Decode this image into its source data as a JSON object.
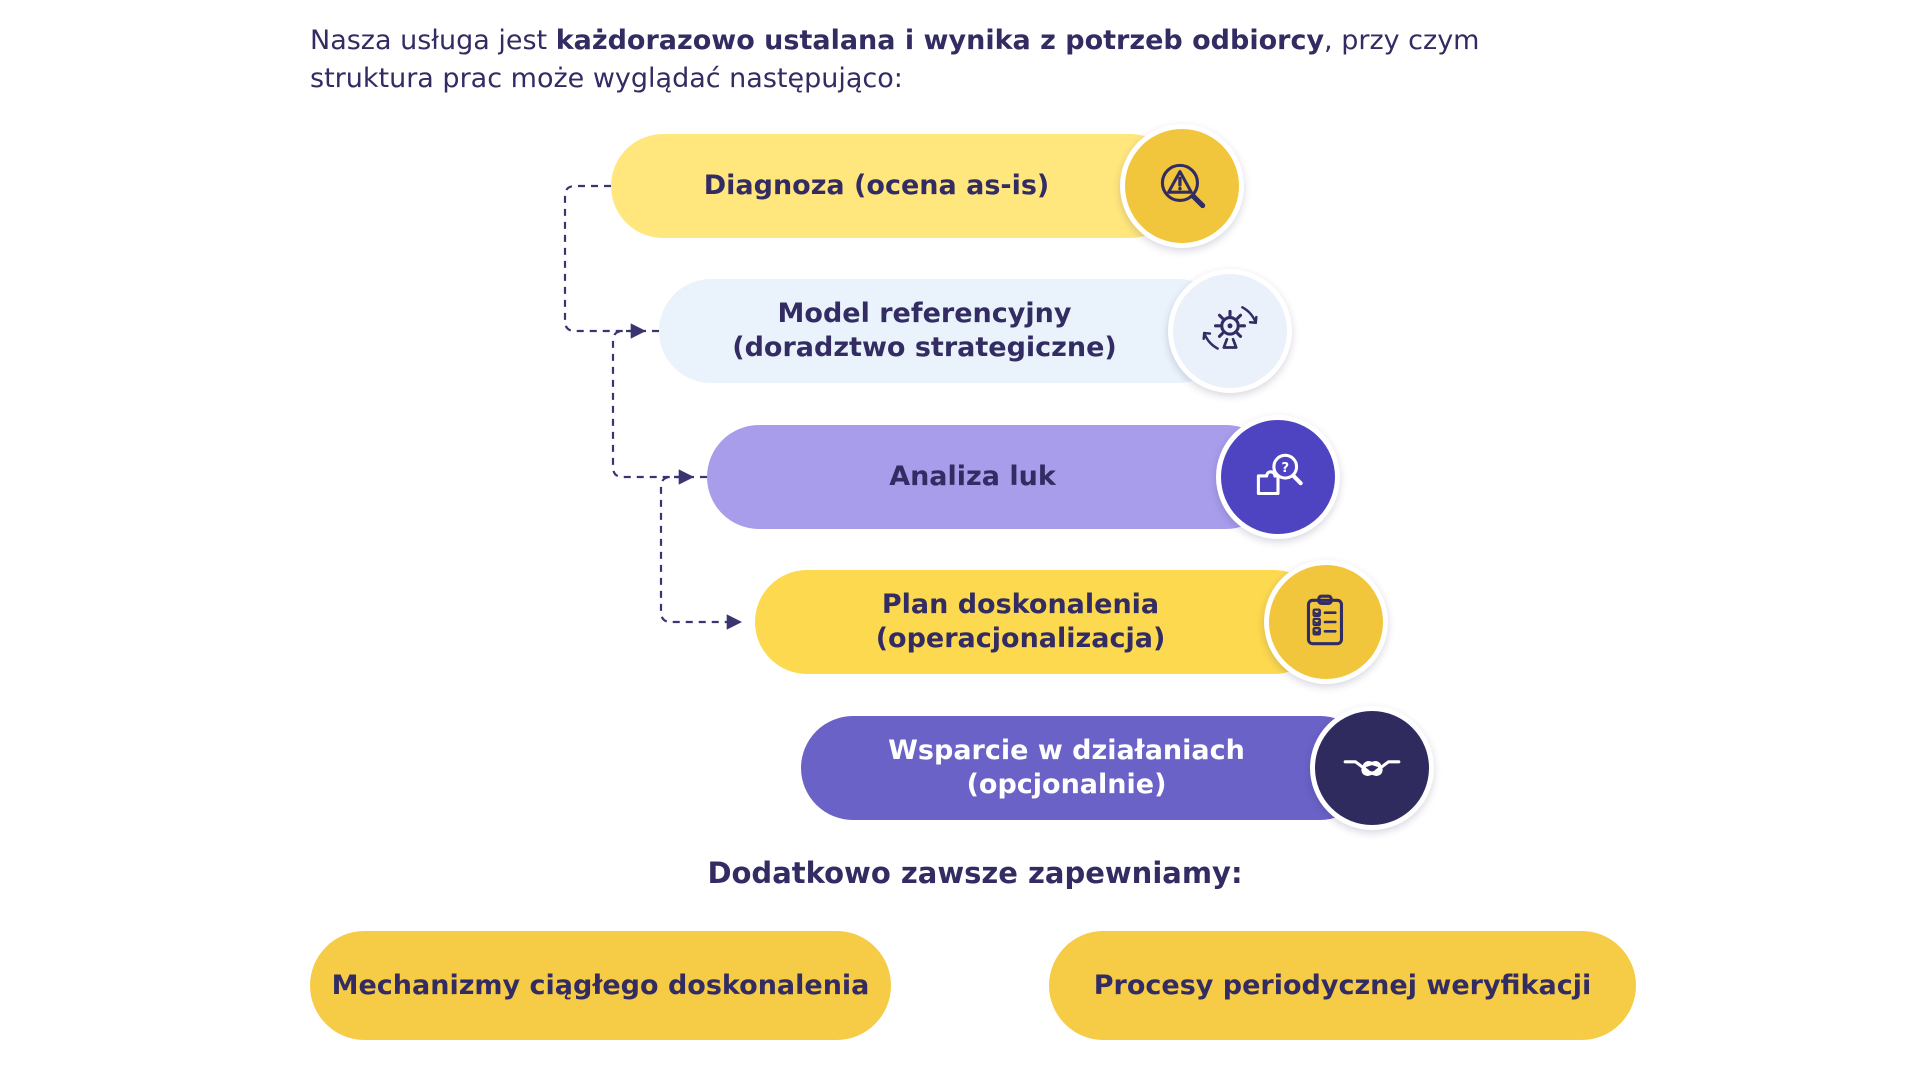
{
  "intro": {
    "text_before": "Nasza usługa jest ",
    "text_bold": "każdorazowo ustalana i wynika z potrzeb odbiorcy",
    "text_after": ", przy czym\nstruktura prac może wyglądać następująco:"
  },
  "steps": [
    {
      "line1": "Diagnoza (ocena as-is)",
      "line2": "",
      "icon": "alert-magnifier-icon",
      "pill_color": "#FFE77D",
      "circle_color": "#F2C63C",
      "text_color": "#322C63"
    },
    {
      "line1": "Model referencyjny",
      "line2": "(doradztwo strategiczne)",
      "icon": "gear-strategy-icon",
      "pill_color": "#EAF2FB",
      "circle_color": "#EAF1FB",
      "text_color": "#322C63"
    },
    {
      "line1": "Analiza luk",
      "line2": "",
      "icon": "puzzle-magnifier-icon",
      "pill_color": "#A79DEB",
      "circle_color": "#4E44C2",
      "text_color": "#322C63"
    },
    {
      "line1": "Plan doskonalenia",
      "line2": "(operacjonalizacja)",
      "icon": "clipboard-checklist-icon",
      "pill_color": "#FCD94F",
      "circle_color": "#F2C63C",
      "text_color": "#322C63"
    },
    {
      "line1": "Wsparcie w działaniach",
      "line2": "(opcjonalnie)",
      "icon": "handshake-icon",
      "pill_color": "#6A62C6",
      "circle_color": "#2F2B5E",
      "text_color": "#FFFFFF"
    }
  ],
  "footer": {
    "heading": "Dodatkowo zawsze zapewniamy:",
    "pill_color": "#F6CB45",
    "pills": [
      {
        "label": "Mechanizmy ciągłego doskonalenia"
      },
      {
        "label": "Procesy periodycznej weryfikacji"
      }
    ]
  },
  "colors": {
    "background": "#FFFFFF",
    "text": "#322C63",
    "connector": "#3A3470"
  }
}
